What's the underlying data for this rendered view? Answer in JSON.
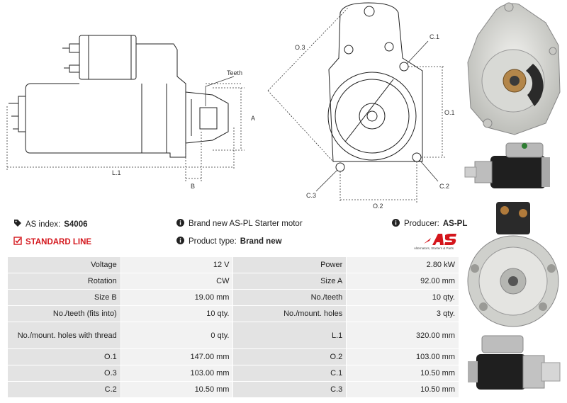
{
  "drawing": {
    "side_labels": {
      "teeth": "Teeth",
      "a": "A",
      "l1": "L.1",
      "b": "B"
    },
    "front_labels": {
      "o3": "O.3",
      "c1": "C.1",
      "o1": "O.1",
      "c3": "C.3",
      "c2": "C.2",
      "o2": "O.2"
    }
  },
  "info": {
    "as_index_label": "AS index:",
    "as_index_value": "S4006",
    "standard_line": "STANDARD LINE",
    "brand_new_text": "Brand new AS-PL Starter motor",
    "product_type_label": "Product type:",
    "product_type_value": "Brand new",
    "producer_label": "Producer:",
    "producer_value": "AS-PL",
    "logo_tagline": "Alternators, Starters & Parts"
  },
  "specs": [
    [
      {
        "label": "Voltage",
        "value": "12 V"
      },
      {
        "label": "Power",
        "value": "2.80 kW"
      }
    ],
    [
      {
        "label": "Rotation",
        "value": "CW"
      },
      {
        "label": "Size A",
        "value": "92.00 mm"
      }
    ],
    [
      {
        "label": "Size B",
        "value": "19.00 mm"
      },
      {
        "label": "No./teeth",
        "value": "10 qty."
      }
    ],
    [
      {
        "label": "No./teeth (fits into)",
        "value": "10 qty."
      },
      {
        "label": "No./mount. holes",
        "value": "3 qty."
      }
    ],
    [
      {
        "label": "No./mount. holes with thread",
        "value": "0 qty."
      },
      {
        "label": "L.1",
        "value": "320.00 mm"
      }
    ],
    [
      {
        "label": "O.1",
        "value": "147.00 mm"
      },
      {
        "label": "O.2",
        "value": "103.00 mm"
      }
    ],
    [
      {
        "label": "O.3",
        "value": "103.00 mm"
      },
      {
        "label": "C.1",
        "value": "10.50 mm"
      }
    ],
    [
      {
        "label": "C.2",
        "value": "10.50 mm"
      },
      {
        "label": "C.3",
        "value": "10.50 mm"
      }
    ]
  ],
  "colors": {
    "accent_red": "#d4161c",
    "label_bg": "#e3e3e3",
    "value_bg": "#f2f2f2"
  },
  "icons": {
    "tag": "tag-icon",
    "check": "checkbox-icon",
    "info": "info-icon"
  }
}
